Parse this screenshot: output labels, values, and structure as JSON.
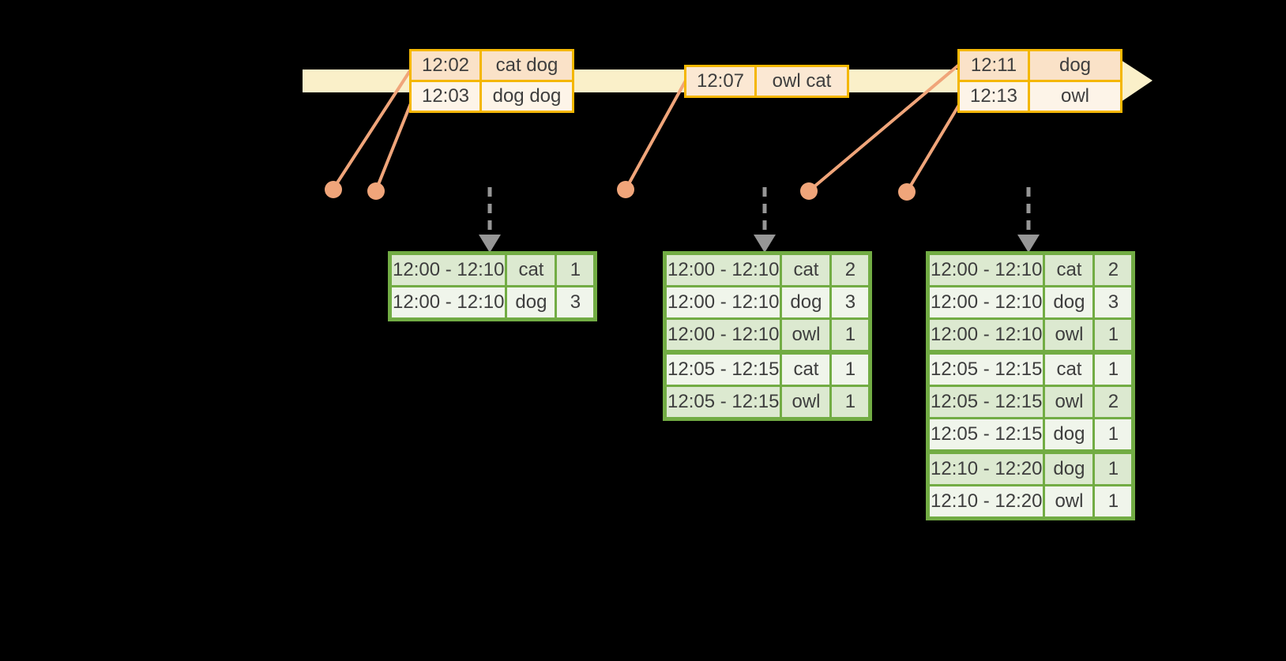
{
  "colors": {
    "bg": "#000000",
    "text": "#3e3e3e",
    "timeline": "#faf0c9",
    "gold_border": "#f4b700",
    "event_row_dark": "#fae2c8",
    "event_row_light": "#fdf4e8",
    "event_row_mid": "#fbe8d3",
    "salmon": "#f0a57a",
    "gray_arrow": "#969696",
    "green_border": "#72ac44",
    "green_row_dark": "#dce9d0",
    "green_row_light": "#f0f5eb"
  },
  "event_tables": [
    {
      "rows": [
        {
          "time": "12:02",
          "input": "cat dog"
        },
        {
          "time": "12:03",
          "input": "dog dog"
        }
      ]
    },
    {
      "rows": [
        {
          "time": "12:07",
          "input": "owl cat"
        }
      ]
    },
    {
      "rows": [
        {
          "time": "12:11",
          "input": "dog"
        },
        {
          "time": "12:13",
          "input": "owl"
        }
      ]
    }
  ],
  "result_tables": [
    {
      "rows": [
        {
          "window": "12:00 - 12:10",
          "word": "cat",
          "count": "1"
        },
        {
          "window": "12:00 - 12:10",
          "word": "dog",
          "count": "3"
        }
      ]
    },
    {
      "rows": [
        {
          "window": "12:00 - 12:10",
          "word": "cat",
          "count": "2"
        },
        {
          "window": "12:00 - 12:10",
          "word": "dog",
          "count": "3"
        },
        {
          "window": "12:00 - 12:10",
          "word": "owl",
          "count": "1"
        },
        {
          "window": "12:05 - 12:15",
          "word": "cat",
          "count": "1"
        },
        {
          "window": "12:05 - 12:15",
          "word": "owl",
          "count": "1"
        }
      ]
    },
    {
      "rows": [
        {
          "window": "12:00 - 12:10",
          "word": "cat",
          "count": "2"
        },
        {
          "window": "12:00 - 12:10",
          "word": "dog",
          "count": "3"
        },
        {
          "window": "12:00 - 12:10",
          "word": "owl",
          "count": "1"
        },
        {
          "window": "12:05 - 12:15",
          "word": "cat",
          "count": "1"
        },
        {
          "window": "12:05 - 12:15",
          "word": "owl",
          "count": "2"
        },
        {
          "window": "12:05 - 12:15",
          "word": "dog",
          "count": "1"
        },
        {
          "window": "12:10 - 12:20",
          "word": "dog",
          "count": "1"
        },
        {
          "window": "12:10 - 12:20",
          "word": "owl",
          "count": "1"
        }
      ]
    }
  ]
}
